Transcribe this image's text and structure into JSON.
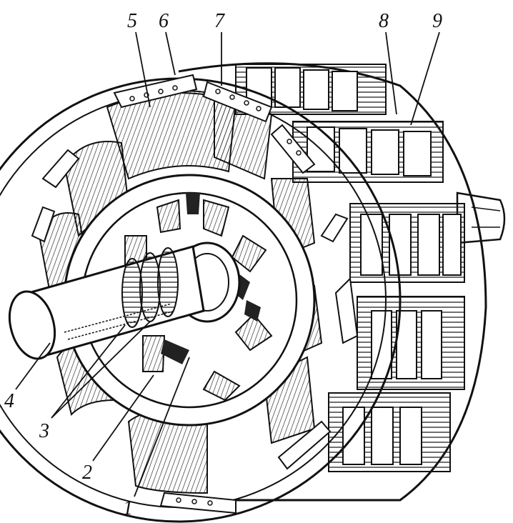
{
  "labels": [
    {
      "id": "1",
      "text": "1"
    },
    {
      "id": "2",
      "text": "2"
    },
    {
      "id": "3",
      "text": "3"
    },
    {
      "id": "4",
      "text": "4"
    },
    {
      "id": "5",
      "text": "5"
    },
    {
      "id": "6",
      "text": "6"
    },
    {
      "id": "7",
      "text": "7"
    },
    {
      "id": "8",
      "text": "8"
    },
    {
      "id": "9",
      "text": "9"
    }
  ],
  "colors": {
    "ink": "#111111",
    "paper": "#ffffff",
    "shade": "#555555"
  }
}
